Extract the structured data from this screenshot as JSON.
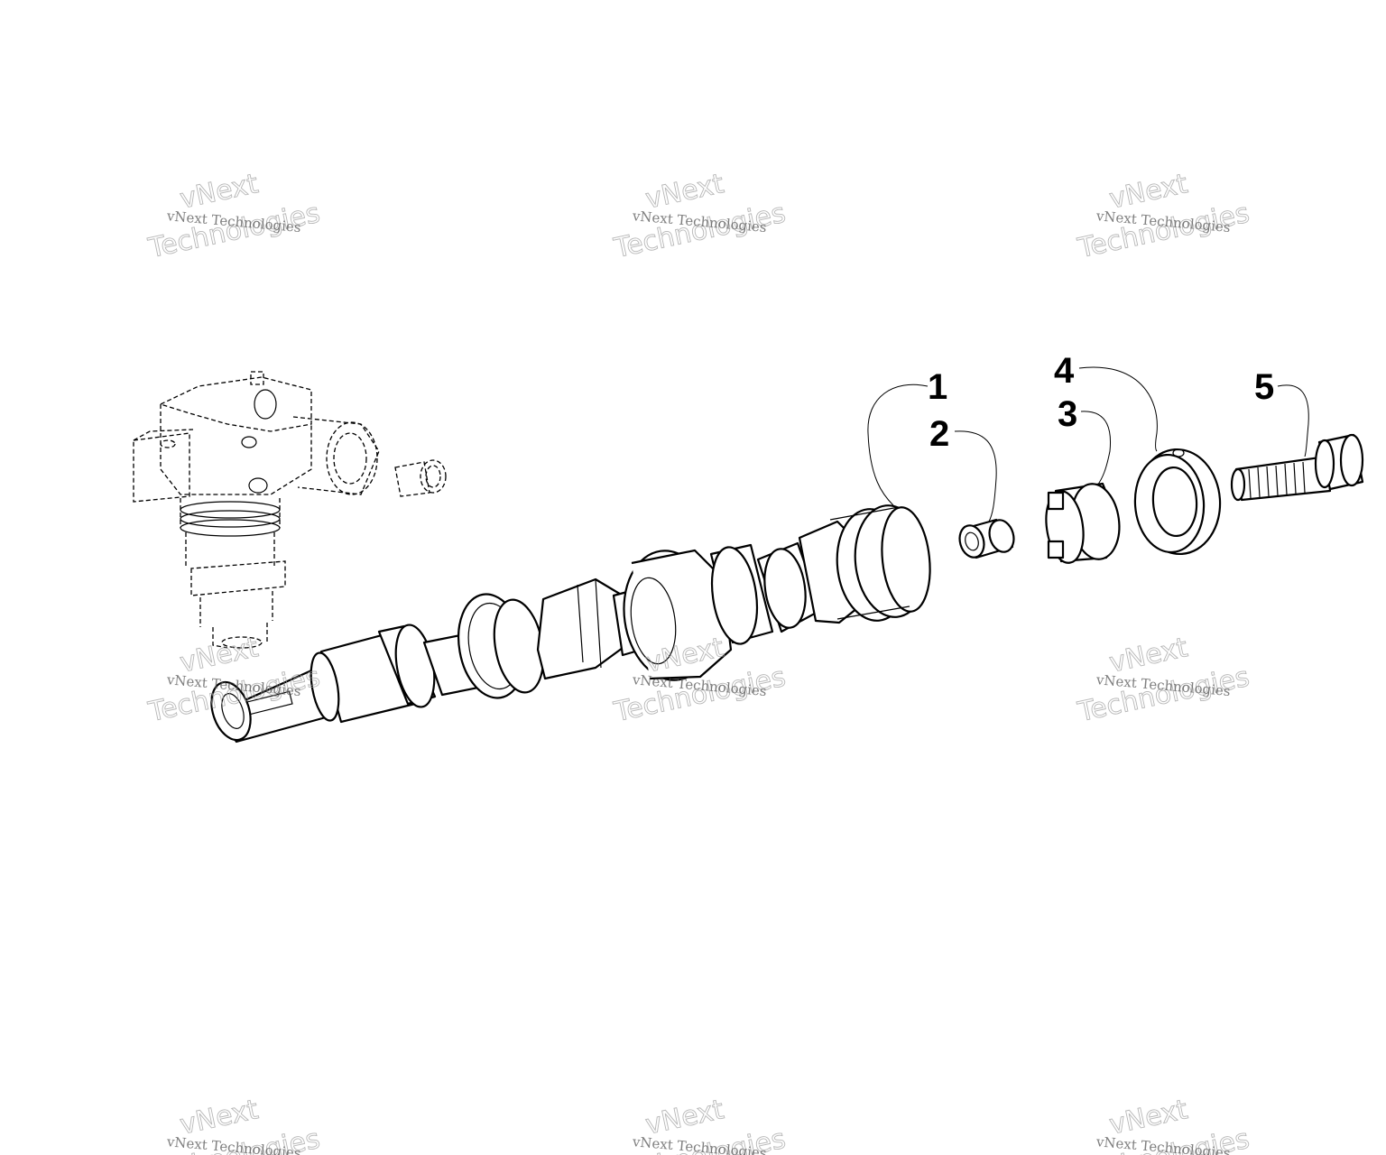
{
  "callouts": {
    "c1": "1",
    "c2": "2",
    "c3": "3",
    "c4": "4",
    "c5": "5"
  },
  "watermark": {
    "line_small": "vNext Technologies",
    "line_big_1": "vNext",
    "line_big_2": "Technologies"
  },
  "colors": {
    "ink": "#000000",
    "background": "#ffffff",
    "watermark": "#999999"
  }
}
